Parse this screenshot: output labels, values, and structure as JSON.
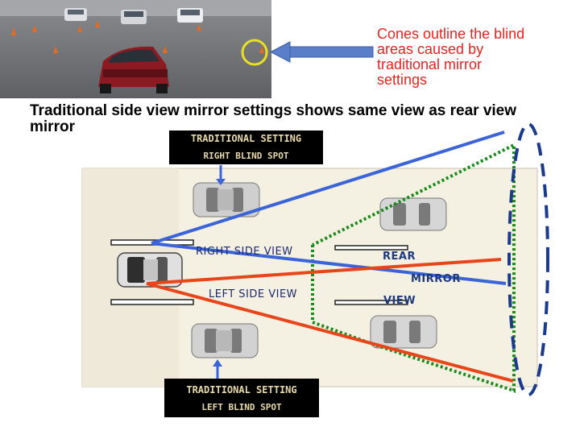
{
  "caption": {
    "line1": "Cones outline the blind",
    "line2": "areas caused by",
    "line3": "traditional mirror",
    "line4": "settings"
  },
  "headline": {
    "line1": "Traditional side view mirror settings shows same view as rear view",
    "line2": "mirror"
  },
  "labels": {
    "top_line1": "TRADITIONAL SETTING",
    "top_line2": "RIGHT BLIND SPOT",
    "bottom_line1": "TRADITIONAL SETTING",
    "bottom_line2": "LEFT BLIND SPOT",
    "right_side_view": "RIGHT SIDE VIEW",
    "left_side_view": "LEFT SIDE VIEW",
    "rear_1": "REAR",
    "rear_2": "MIRROR",
    "rear_3": "VIEW"
  },
  "colors": {
    "caption_red": "#e8231f",
    "arrow_blue": "#5a7fc8",
    "right_view_line": "#3a64d8",
    "left_view_line": "#e8451a",
    "rear_view_line": "#1a8a1a",
    "blind_zone_outline": "#1c3a8c",
    "cone_circle": "#e8e020"
  }
}
